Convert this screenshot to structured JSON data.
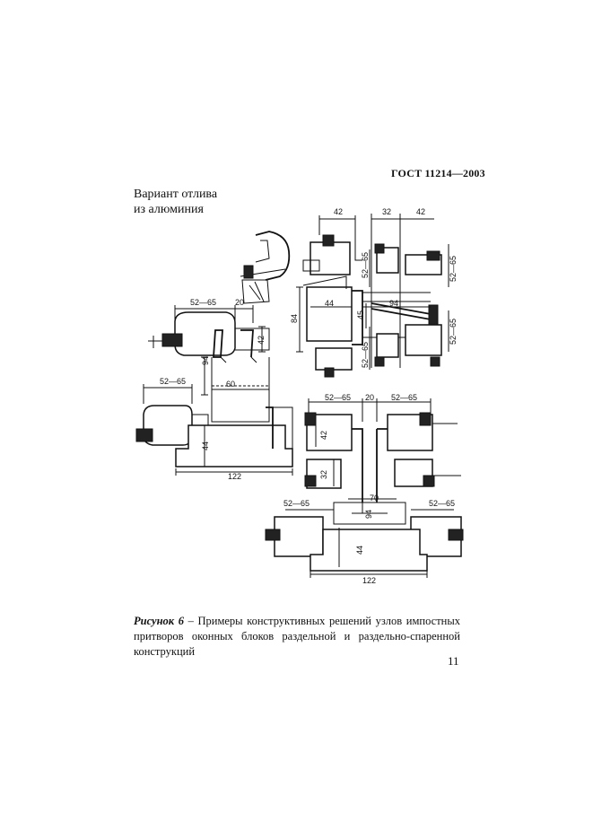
{
  "header": {
    "standard": "ГОСТ 11214—2003"
  },
  "drawing": {
    "note_line1": "Вариант отлива",
    "note_line2": "из алюминия",
    "dims": {
      "top_right": [
        "42",
        "32",
        "42",
        "52—65",
        "52—65",
        "84",
        "44",
        "45",
        "94",
        "52—65",
        "52—65"
      ],
      "left": [
        "52—65",
        "20",
        "42",
        "94",
        "60",
        "52—65",
        "44",
        "122"
      ],
      "bottom_right": [
        "52—65",
        "20",
        "52—65",
        "42",
        "32",
        "70",
        "94",
        "52—65",
        "52—65",
        "44",
        "122"
      ]
    }
  },
  "caption": {
    "label": "Рисунок 6",
    "dash": " – ",
    "text": "Примеры конструктивных решений узлов импостных притворов оконных блоков раздельной и раздельно-спаренной конструкций"
  },
  "page_number": "11"
}
